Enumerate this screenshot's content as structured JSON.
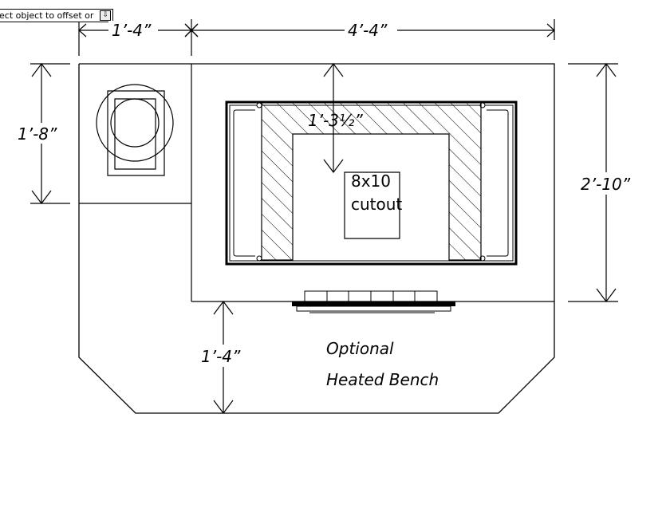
{
  "prompt": {
    "text": "ect object to offset or",
    "button_glyph": "⇩"
  },
  "dimensions": {
    "top_left_width": "1’-4”",
    "top_right_width": "4’-4”",
    "left_height": "1’-8”",
    "right_height": "2’-10”",
    "bottom_depth": "1’-4”",
    "inner_offset": "1’-3½”"
  },
  "labels": {
    "cutout_line1": "8x10",
    "cutout_line2": "cutout",
    "bench_line1": "Optional",
    "bench_line2": "Heated Bench"
  },
  "colors": {
    "line": "#000000",
    "background": "#ffffff"
  }
}
